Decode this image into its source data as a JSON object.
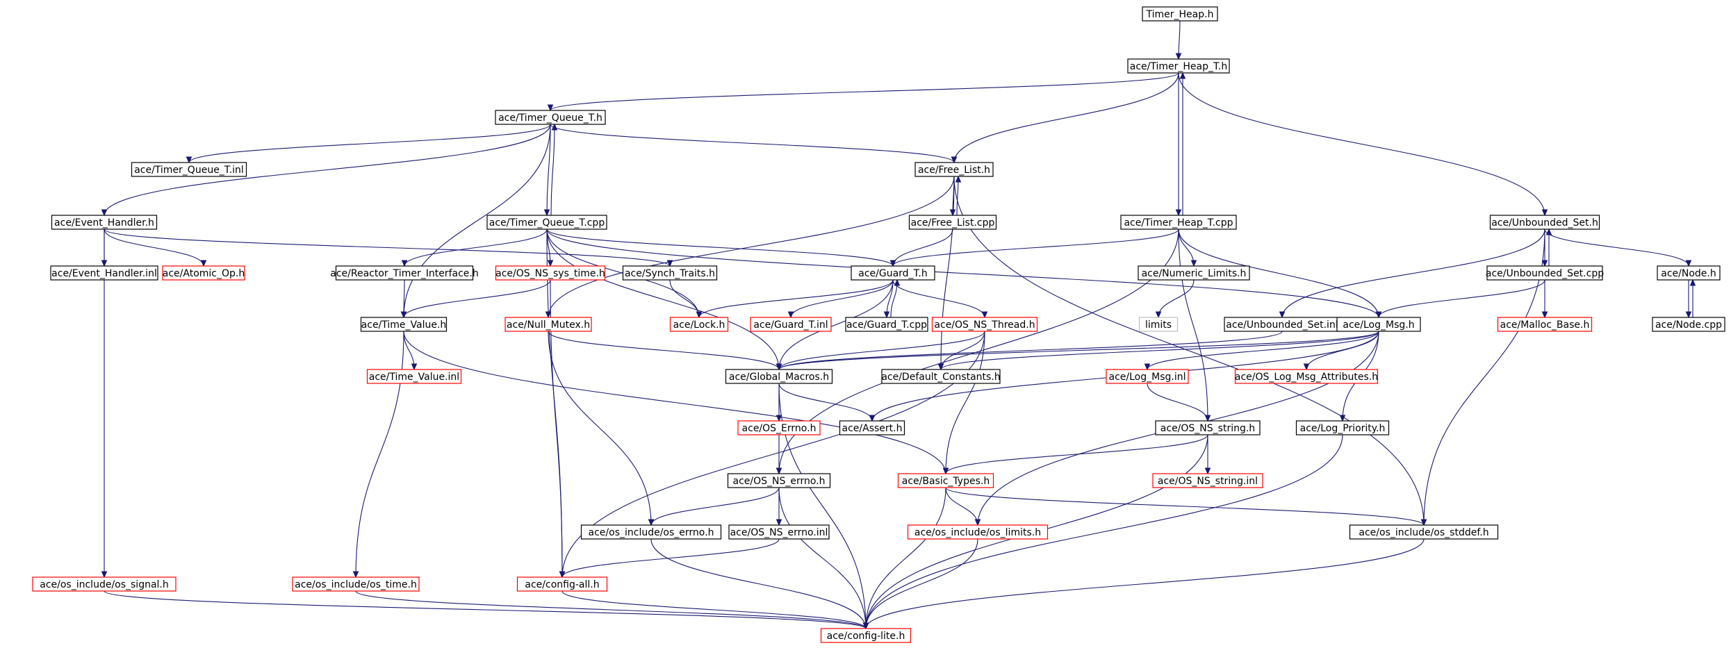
{
  "colors": {
    "background": "#ffffff",
    "edge": "#191970",
    "normal_border": "#000000",
    "missing_border": "#ff0000",
    "root_fill": "#bfbfbf",
    "external_border": "#bfbfbf"
  },
  "nodes": [
    {
      "id": "timer_heap_h",
      "label": "Timer_Heap.h",
      "kind": "root"
    },
    {
      "id": "timer_heap_t_h",
      "label": "ace/Timer_Heap_T.h",
      "kind": "normal"
    },
    {
      "id": "timer_queue_t_h",
      "label": "ace/Timer_Queue_T.h",
      "kind": "normal"
    },
    {
      "id": "timer_queue_t_inl",
      "label": "ace/Timer_Queue_T.inl",
      "kind": "normal"
    },
    {
      "id": "free_list_h",
      "label": "ace/Free_List.h",
      "kind": "normal"
    },
    {
      "id": "event_handler_h",
      "label": "ace/Event_Handler.h",
      "kind": "normal"
    },
    {
      "id": "timer_queue_t_cpp",
      "label": "ace/Timer_Queue_T.cpp",
      "kind": "normal"
    },
    {
      "id": "free_list_cpp",
      "label": "ace/Free_List.cpp",
      "kind": "normal"
    },
    {
      "id": "timer_heap_t_cpp",
      "label": "ace/Timer_Heap_T.cpp",
      "kind": "normal"
    },
    {
      "id": "unbounded_set_h",
      "label": "ace/Unbounded_Set.h",
      "kind": "normal"
    },
    {
      "id": "event_handler_inl",
      "label": "ace/Event_Handler.inl",
      "kind": "normal"
    },
    {
      "id": "atomic_op_h",
      "label": "ace/Atomic_Op.h",
      "kind": "missing"
    },
    {
      "id": "reactor_timer_interface_h",
      "label": "ace/Reactor_Timer_Interface.h",
      "kind": "normal"
    },
    {
      "id": "os_ns_sys_time_h",
      "label": "ace/OS_NS_sys_time.h",
      "kind": "missing"
    },
    {
      "id": "synch_traits_h",
      "label": "ace/Synch_Traits.h",
      "kind": "normal"
    },
    {
      "id": "guard_t_h",
      "label": "ace/Guard_T.h",
      "kind": "normal"
    },
    {
      "id": "numeric_limits_h",
      "label": "ace/Numeric_Limits.h",
      "kind": "normal"
    },
    {
      "id": "unbounded_set_cpp",
      "label": "ace/Unbounded_Set.cpp",
      "kind": "normal"
    },
    {
      "id": "node_h",
      "label": "ace/Node.h",
      "kind": "normal"
    },
    {
      "id": "time_value_h",
      "label": "ace/Time_Value.h",
      "kind": "normal"
    },
    {
      "id": "null_mutex_h",
      "label": "ace/Null_Mutex.h",
      "kind": "missing"
    },
    {
      "id": "lock_h",
      "label": "ace/Lock.h",
      "kind": "missing"
    },
    {
      "id": "guard_t_inl",
      "label": "ace/Guard_T.inl",
      "kind": "missing"
    },
    {
      "id": "guard_t_cpp",
      "label": "ace/Guard_T.cpp",
      "kind": "normal"
    },
    {
      "id": "os_ns_thread_h",
      "label": "ace/OS_NS_Thread.h",
      "kind": "missing"
    },
    {
      "id": "limits",
      "label": "limits",
      "kind": "external"
    },
    {
      "id": "unbounded_set_inl",
      "label": "ace/Unbounded_Set.inl",
      "kind": "normal"
    },
    {
      "id": "log_msg_h",
      "label": "ace/Log_Msg.h",
      "kind": "normal"
    },
    {
      "id": "malloc_base_h",
      "label": "ace/Malloc_Base.h",
      "kind": "missing"
    },
    {
      "id": "node_cpp",
      "label": "ace/Node.cpp",
      "kind": "normal"
    },
    {
      "id": "time_value_inl",
      "label": "ace/Time_Value.inl",
      "kind": "missing"
    },
    {
      "id": "global_macros_h",
      "label": "ace/Global_Macros.h",
      "kind": "normal"
    },
    {
      "id": "default_constants_h",
      "label": "ace/Default_Constants.h",
      "kind": "normal"
    },
    {
      "id": "log_msg_inl",
      "label": "ace/Log_Msg.inl",
      "kind": "missing"
    },
    {
      "id": "os_log_msg_attributes_h",
      "label": "ace/OS_Log_Msg_Attributes.h",
      "kind": "missing"
    },
    {
      "id": "os_errno_h",
      "label": "ace/OS_Errno.h",
      "kind": "missing"
    },
    {
      "id": "assert_h",
      "label": "ace/Assert.h",
      "kind": "normal"
    },
    {
      "id": "os_ns_string_h",
      "label": "ace/OS_NS_string.h",
      "kind": "normal"
    },
    {
      "id": "log_priority_h",
      "label": "ace/Log_Priority.h",
      "kind": "normal"
    },
    {
      "id": "os_ns_errno_h",
      "label": "ace/OS_NS_errno.h",
      "kind": "normal"
    },
    {
      "id": "basic_types_h",
      "label": "ace/Basic_Types.h",
      "kind": "missing"
    },
    {
      "id": "os_ns_string_inl",
      "label": "ace/OS_NS_string.inl",
      "kind": "missing"
    },
    {
      "id": "os_include_os_errno_h",
      "label": "ace/os_include/os_errno.h",
      "kind": "normal"
    },
    {
      "id": "os_ns_errno_inl",
      "label": "ace/OS_NS_errno.inl",
      "kind": "normal"
    },
    {
      "id": "os_include_os_limits_h",
      "label": "ace/os_include/os_limits.h",
      "kind": "missing"
    },
    {
      "id": "os_include_os_stddef_h",
      "label": "ace/os_include/os_stddef.h",
      "kind": "normal"
    },
    {
      "id": "os_include_os_signal_h",
      "label": "ace/os_include/os_signal.h",
      "kind": "missing"
    },
    {
      "id": "os_include_os_time_h",
      "label": "ace/os_include/os_time.h",
      "kind": "missing"
    },
    {
      "id": "config_all_h",
      "label": "ace/config-all.h",
      "kind": "missing"
    },
    {
      "id": "config_lite_h",
      "label": "ace/config-lite.h",
      "kind": "missing"
    }
  ],
  "edges": [
    [
      "timer_heap_h",
      "timer_heap_t_h"
    ],
    [
      "timer_heap_t_h",
      "timer_queue_t_h"
    ],
    [
      "timer_heap_t_h",
      "free_list_h"
    ],
    [
      "timer_heap_t_h",
      "timer_heap_t_cpp"
    ],
    [
      "timer_heap_t_h",
      "unbounded_set_h"
    ],
    [
      "timer_queue_t_h",
      "timer_queue_t_inl"
    ],
    [
      "timer_queue_t_h",
      "free_list_h"
    ],
    [
      "timer_queue_t_h",
      "event_handler_h"
    ],
    [
      "timer_queue_t_h",
      "timer_queue_t_cpp"
    ],
    [
      "timer_queue_t_h",
      "time_value_h"
    ],
    [
      "free_list_h",
      "free_list_cpp"
    ],
    [
      "free_list_h",
      "null_mutex_h"
    ],
    [
      "free_list_h",
      "default_constants_h"
    ],
    [
      "free_list_h",
      "os_include_os_stddef_h"
    ],
    [
      "free_list_cpp",
      "free_list_h"
    ],
    [
      "free_list_cpp",
      "guard_t_h"
    ],
    [
      "event_handler_h",
      "event_handler_inl"
    ],
    [
      "event_handler_h",
      "atomic_op_h"
    ],
    [
      "event_handler_h",
      "synch_traits_h"
    ],
    [
      "event_handler_h",
      "os_include_os_signal_h"
    ],
    [
      "timer_queue_t_cpp",
      "timer_queue_t_h"
    ],
    [
      "timer_queue_t_cpp",
      "reactor_timer_interface_h"
    ],
    [
      "timer_queue_t_cpp",
      "os_ns_sys_time_h"
    ],
    [
      "timer_queue_t_cpp",
      "guard_t_h"
    ],
    [
      "timer_queue_t_cpp",
      "log_msg_h"
    ],
    [
      "timer_queue_t_cpp",
      "global_macros_h"
    ],
    [
      "timer_queue_t_cpp",
      "config_all_h"
    ],
    [
      "timer_queue_t_cpp",
      "lock_h"
    ],
    [
      "timer_heap_t_cpp",
      "timer_heap_t_h"
    ],
    [
      "timer_heap_t_cpp",
      "guard_t_h"
    ],
    [
      "timer_heap_t_cpp",
      "numeric_limits_h"
    ],
    [
      "timer_heap_t_cpp",
      "log_msg_h"
    ],
    [
      "timer_heap_t_cpp",
      "os_ns_string_h"
    ],
    [
      "timer_heap_t_cpp",
      "os_ns_errno_h"
    ],
    [
      "unbounded_set_h",
      "unbounded_set_cpp"
    ],
    [
      "unbounded_set_h",
      "node_h"
    ],
    [
      "unbounded_set_h",
      "unbounded_set_inl"
    ],
    [
      "unbounded_set_h",
      "os_include_os_stddef_h"
    ],
    [
      "unbounded_set_cpp",
      "unbounded_set_h"
    ],
    [
      "unbounded_set_cpp",
      "malloc_base_h"
    ],
    [
      "unbounded_set_cpp",
      "log_msg_h"
    ],
    [
      "node_h",
      "node_cpp"
    ],
    [
      "node_cpp",
      "node_h"
    ],
    [
      "reactor_timer_interface_h",
      "time_value_h"
    ],
    [
      "os_ns_sys_time_h",
      "time_value_h"
    ],
    [
      "os_ns_sys_time_h",
      "config_all_h"
    ],
    [
      "synch_traits_h",
      "lock_h"
    ],
    [
      "guard_t_h",
      "lock_h"
    ],
    [
      "guard_t_h",
      "guard_t_inl"
    ],
    [
      "guard_t_h",
      "guard_t_cpp"
    ],
    [
      "guard_t_h",
      "os_ns_thread_h"
    ],
    [
      "guard_t_h",
      "global_macros_h"
    ],
    [
      "guard_t_cpp",
      "guard_t_h"
    ],
    [
      "numeric_limits_h",
      "limits"
    ],
    [
      "time_value_h",
      "time_value_inl"
    ],
    [
      "time_value_h",
      "basic_types_h"
    ],
    [
      "time_value_h",
      "os_include_os_time_h"
    ],
    [
      "null_mutex_h",
      "global_macros_h"
    ],
    [
      "null_mutex_h",
      "os_include_os_errno_h"
    ],
    [
      "os_ns_thread_h",
      "global_macros_h"
    ],
    [
      "os_ns_thread_h",
      "default_constants_h"
    ],
    [
      "os_ns_thread_h",
      "basic_types_h"
    ],
    [
      "os_ns_thread_h",
      "config_all_h"
    ],
    [
      "unbounded_set_inl",
      "global_macros_h"
    ],
    [
      "log_msg_h",
      "global_macros_h"
    ],
    [
      "log_msg_h",
      "default_constants_h"
    ],
    [
      "log_msg_h",
      "log_msg_inl"
    ],
    [
      "log_msg_h",
      "os_log_msg_attributes_h"
    ],
    [
      "log_msg_h",
      "log_priority_h"
    ],
    [
      "log_msg_h",
      "assert_h"
    ],
    [
      "log_msg_h",
      "os_include_os_limits_h"
    ],
    [
      "global_macros_h",
      "os_errno_h"
    ],
    [
      "global_macros_h",
      "assert_h"
    ],
    [
      "global_macros_h",
      "config_lite_h"
    ],
    [
      "os_errno_h",
      "os_ns_errno_h"
    ],
    [
      "log_msg_inl",
      "os_ns_string_h"
    ],
    [
      "os_ns_string_h",
      "basic_types_h"
    ],
    [
      "os_ns_string_h",
      "os_ns_string_inl"
    ],
    [
      "os_ns_string_h",
      "config_lite_h"
    ],
    [
      "log_priority_h",
      "config_lite_h"
    ],
    [
      "os_ns_errno_h",
      "os_include_os_errno_h"
    ],
    [
      "os_ns_errno_h",
      "os_ns_errno_inl"
    ],
    [
      "os_ns_errno_h",
      "config_lite_h"
    ],
    [
      "basic_types_h",
      "os_include_os_limits_h"
    ],
    [
      "basic_types_h",
      "os_include_os_stddef_h"
    ],
    [
      "basic_types_h",
      "config_lite_h"
    ],
    [
      "os_ns_errno_inl",
      "config_all_h"
    ],
    [
      "os_include_os_errno_h",
      "config_lite_h"
    ],
    [
      "os_include_os_limits_h",
      "config_lite_h"
    ],
    [
      "os_include_os_stddef_h",
      "config_lite_h"
    ],
    [
      "os_include_os_signal_h",
      "config_lite_h"
    ],
    [
      "os_include_os_time_h",
      "config_lite_h"
    ],
    [
      "config_all_h",
      "config_lite_h"
    ]
  ]
}
